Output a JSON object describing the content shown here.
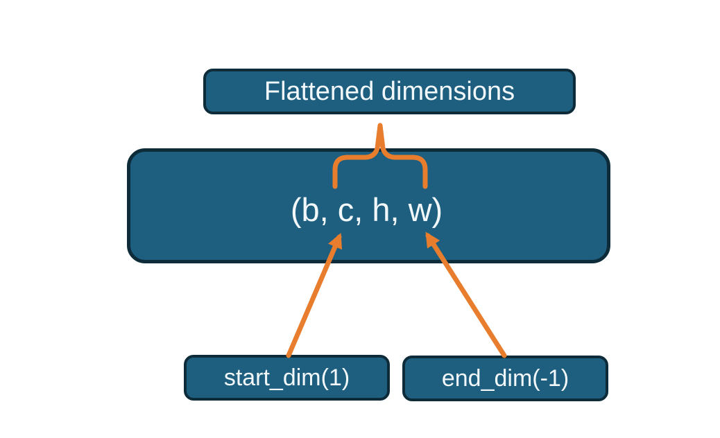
{
  "diagram": {
    "colors": {
      "background": "#ffffff",
      "node_fill": "#1e5f80",
      "node_border": "#0d2b38",
      "connector": "#e87e2d",
      "label_text": "#f2f8fa"
    },
    "nodes": {
      "flattened": {
        "label": "Flattened dimensions"
      },
      "tensor": {
        "label": "(b, c, h, w)"
      },
      "start_dim": {
        "label": "start_dim(1)"
      },
      "end_dim": {
        "label": "end_dim(-1)"
      }
    }
  }
}
